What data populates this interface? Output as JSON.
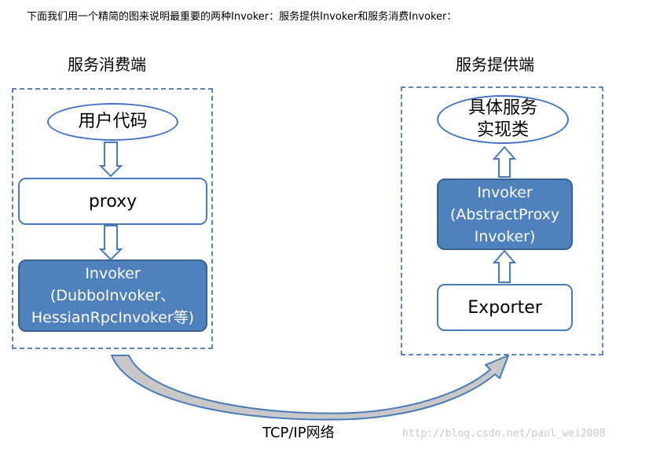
{
  "intro_text": "下面我们用一个精简的图来说明最重要的两种Invoker：服务提供Invoker和服务消费Invoker：",
  "consumer": {
    "title": "服务消费端",
    "user_code": "用户代码",
    "proxy": "proxy",
    "invoker": "Invoker\n(DubboInvoker、\nHessianRpcInvoker等)"
  },
  "provider": {
    "title": "服务提供端",
    "impl_class": "具体服务\n实现类",
    "invoker": "Invoker\n(AbstractProxy\nInvoker)",
    "exporter": "Exporter"
  },
  "network_label": "TCP/IP网络",
  "watermark": "http://blog.csdn.net/paul_wei2008",
  "colors": {
    "dark_box": "#4f81bd",
    "outline": "#4a7bb7",
    "dashed_border": "#5b86b8",
    "curve_fill": "#c8c8c8"
  }
}
